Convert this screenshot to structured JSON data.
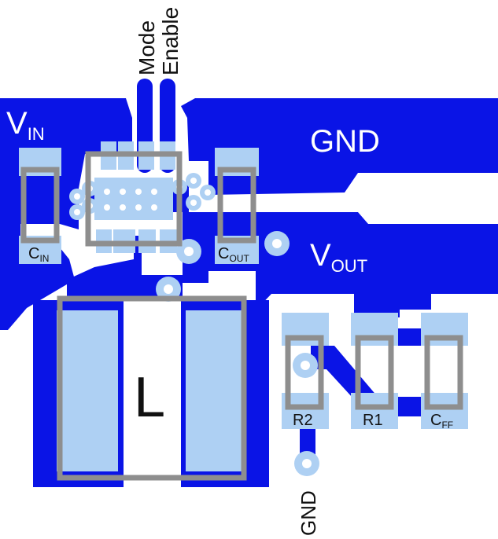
{
  "labels": {
    "vin_main": "V",
    "vin_sub": "IN",
    "gnd_top": "GND",
    "vout_main": "V",
    "vout_sub": "OUT",
    "mode": "Mode",
    "enable": "Enable",
    "cin_main": "C",
    "cin_sub": "IN",
    "cout_main": "C",
    "cout_sub": "OUT",
    "inductor": "L",
    "r2": "R2",
    "r1": "R1",
    "cff_main": "C",
    "cff_sub": "FF",
    "gnd_bottom": "GND"
  },
  "colors": {
    "copper": "#0a14e6",
    "pad": "#aed0f3",
    "outline": "#8e8e8e",
    "background": "#ffffff"
  }
}
